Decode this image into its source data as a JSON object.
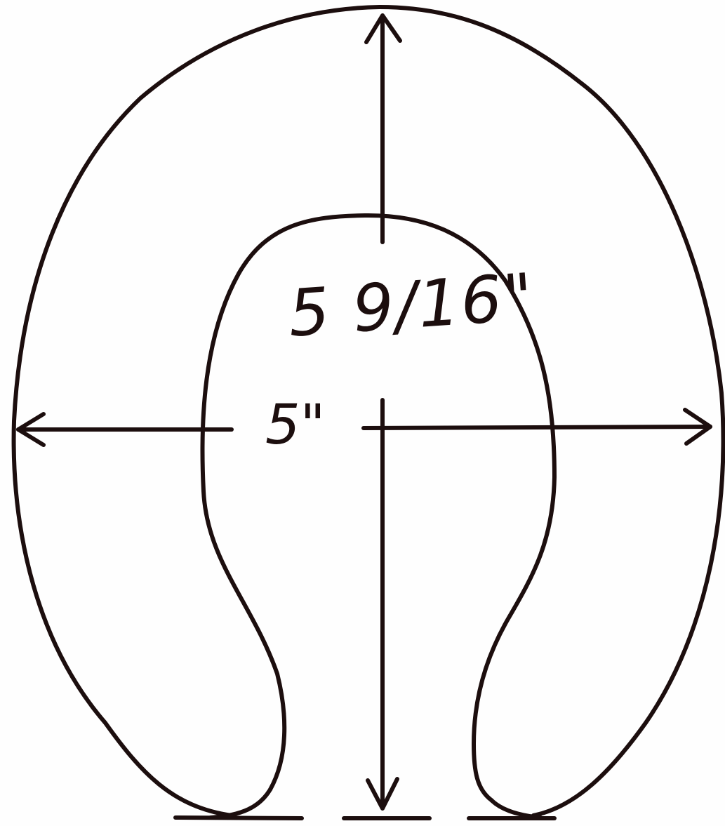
{
  "diagram": {
    "type": "horseshoe dimension drawing",
    "ink_color": "#1c0e0e",
    "paper_color": "#fefefe",
    "dimensions": {
      "height_label": "5 9/16\"",
      "width_label": "5\""
    }
  }
}
